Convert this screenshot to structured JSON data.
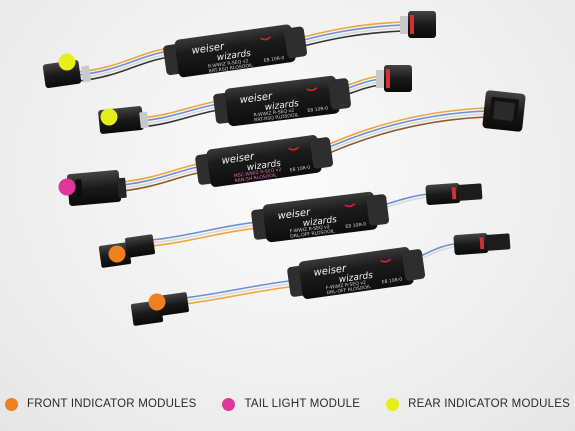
{
  "colors": {
    "front": "#f07f1f",
    "tail": "#e0359b",
    "rear": "#e7ef1a",
    "module_body": "#1b1b1b",
    "module_end": "#2e2e2e",
    "brand_accent": "#d8232a"
  },
  "modules": [
    {
      "brand_line1": "weiser",
      "brand_line2": "wizards",
      "code_line1": "R-WWIZ R-SEQ v2",
      "code_line2": "RRT-RSQ RLOSOOIL",
      "approval": "E8 10R-0",
      "marker": "rear"
    },
    {
      "brand_line1": "weiser",
      "brand_line2": "wizards",
      "code_line1": "R-WWIZ R-SEQ v2",
      "code_line2": "RRT-RSQ RLOSOOIL",
      "approval": "E8 10R-0",
      "marker": "rear"
    },
    {
      "brand_line1": "weiser",
      "brand_line2": "wizards",
      "code_line1": "MSC-WWIZ R-SEQ v2",
      "code_line2": "RRN-SH RLOSOOIL",
      "approval": "E8 10R-0",
      "marker": "tail"
    },
    {
      "brand_line1": "weiser",
      "brand_line2": "wizards",
      "code_line1": "F-WWIZ R-SEQ v2",
      "code_line2": "DRL-OFF RLOSOOIL",
      "approval": "E8 10R-0",
      "marker": "front"
    },
    {
      "brand_line1": "weiser",
      "brand_line2": "wizards",
      "code_line1": "F-WWIZ R-SEQ v2",
      "code_line2": "DRL-OFF RLOSOOIL",
      "approval": "E8 10R-0",
      "marker": "front"
    }
  ],
  "legend": [
    {
      "key": "front",
      "label": "FRONT INDICATOR MODULES"
    },
    {
      "key": "tail",
      "label": "TAIL LIGHT MODULE"
    },
    {
      "key": "rear",
      "label": "REAR INDICATOR MODULES"
    }
  ]
}
